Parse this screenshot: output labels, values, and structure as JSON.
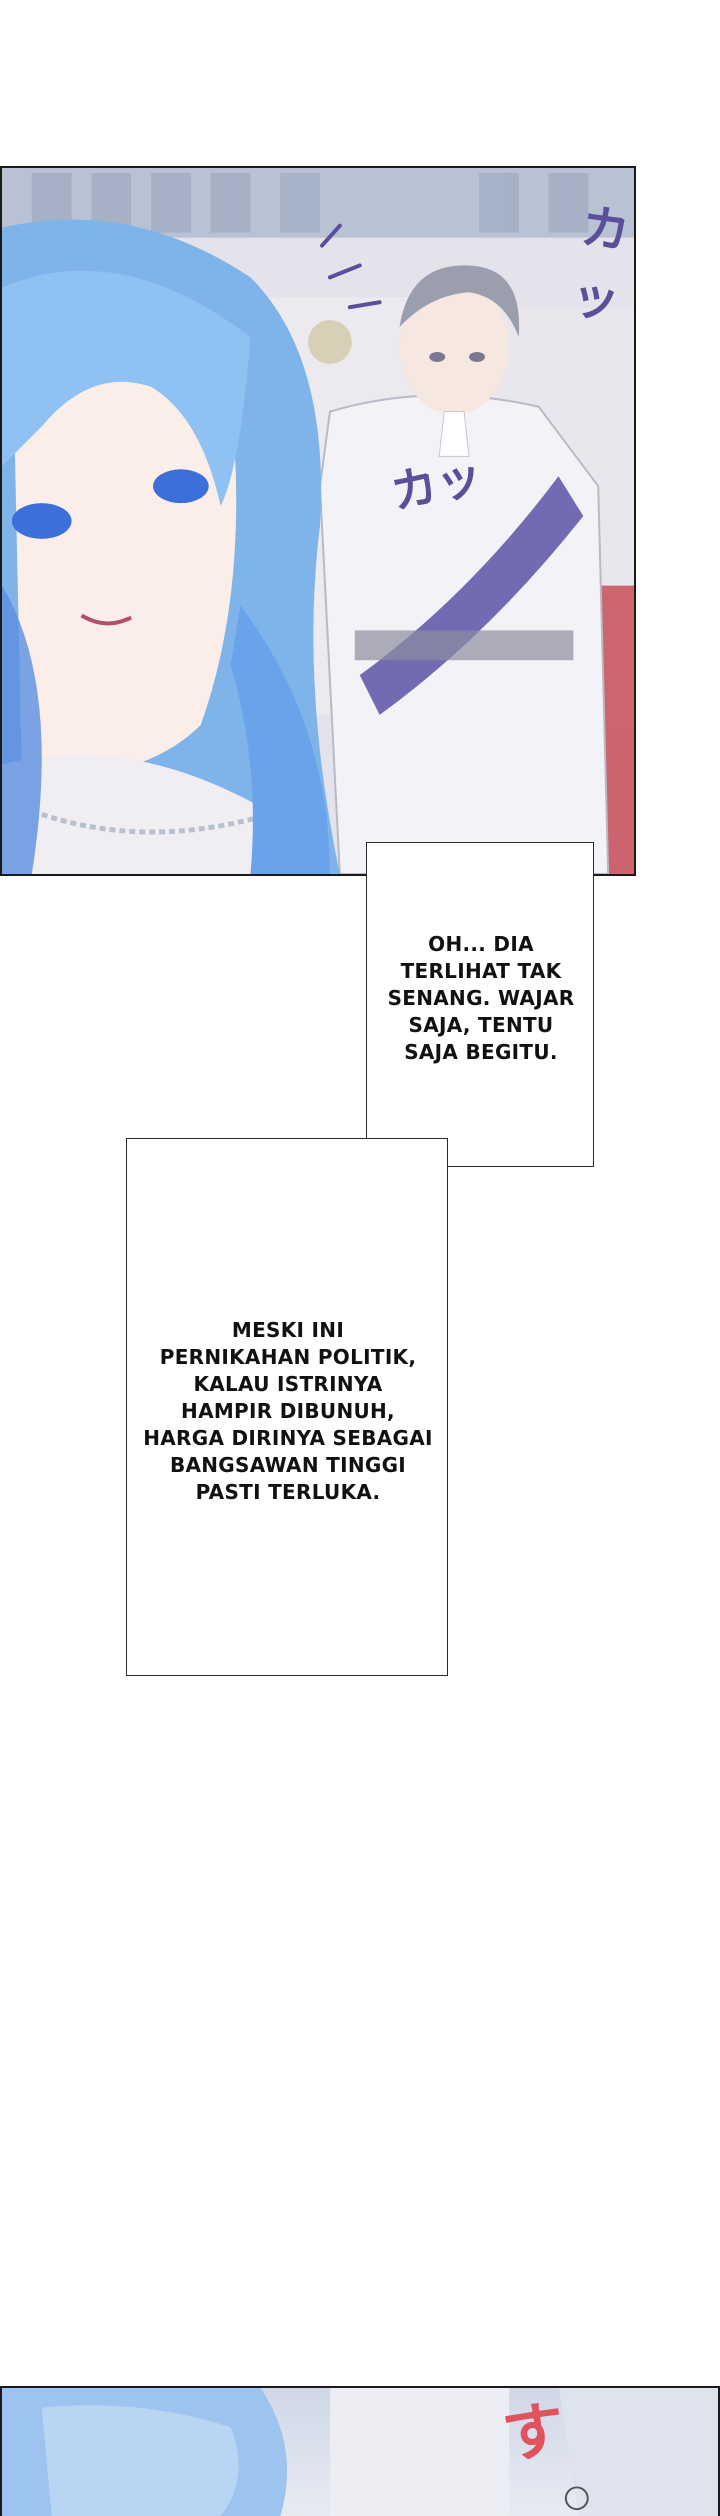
{
  "captions": {
    "first": {
      "lines": "OH... DIA\nTERLIHAT TAK\nSENANG. WAJAR\nSAJA, TENTU\nSAJA BEGITU."
    },
    "second": {
      "lines": "MESKI INI\nPERNIKAHAN POLITIK,\nKALAU ISTRINYA\nHAMPIR DIBUNUH,\nHARGA DIRINYA SEBAGAI\nBANGSAWAN TINGGI\nPASTI TERLUKA."
    }
  },
  "sound_effects": {
    "top_right": "カッ",
    "middle": "カッ",
    "bottom": "す"
  },
  "colors": {
    "hair_blue": "#7fb4ea",
    "uniform_white": "#f3f3f7",
    "sash_purple": "#5b52a8",
    "sfx_purple": "#5a4f9a",
    "sfx_red": "#e0525c"
  }
}
